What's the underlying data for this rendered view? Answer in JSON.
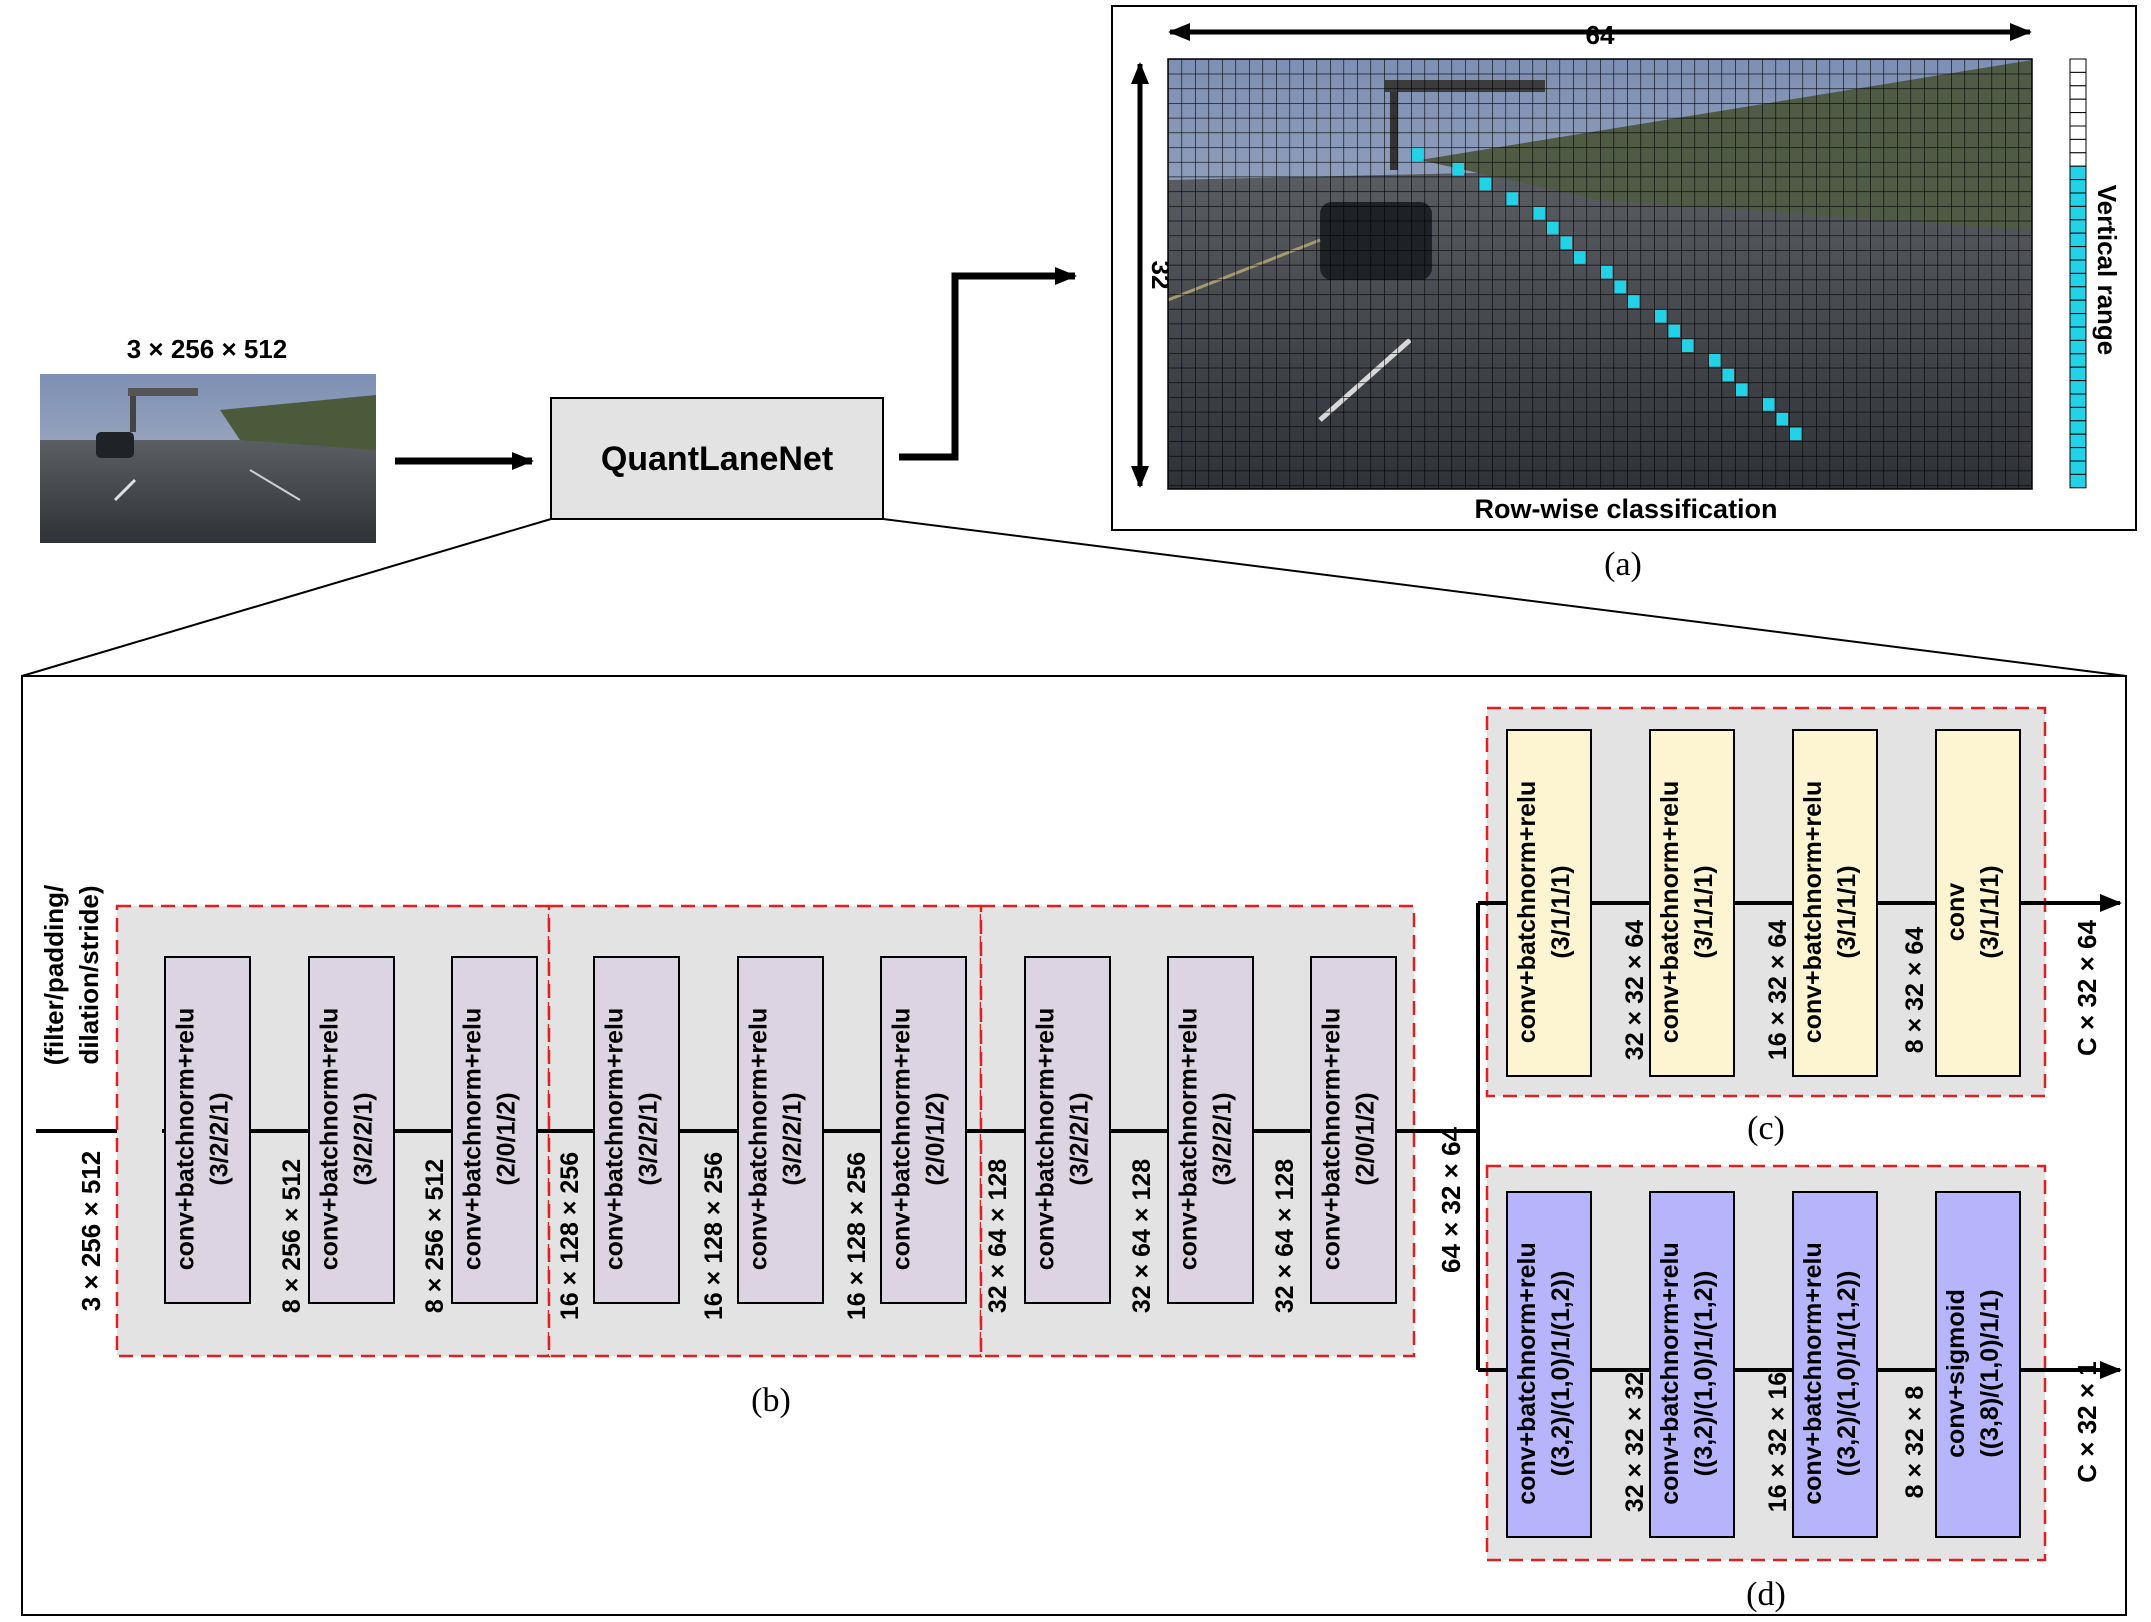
{
  "top": {
    "input_dims": "3 × 256 × 512",
    "network_name": "QuantLaneNet"
  },
  "panel_a": {
    "width_label": "64",
    "height_label": "32",
    "side_label": "Vertical range",
    "bottom_label": "Row-wise classification",
    "caption": "(a)"
  },
  "panel_b": {
    "param_header_1": "(filter/padding/",
    "param_header_2": "dilation/stride)",
    "input_dims": "3 × 256 × 512",
    "output_dims": "64 × 32 × 64",
    "caption": "(b)",
    "blocks": [
      {
        "name": "conv+batchnorm+relu",
        "params": "(3/2/2/1)"
      },
      {
        "name": "conv+batchnorm+relu",
        "params": "(3/2/2/1)"
      },
      {
        "name": "conv+batchnorm+relu",
        "params": "(2/0/1/2)"
      },
      {
        "name": "conv+batchnorm+relu",
        "params": "(3/2/2/1)"
      },
      {
        "name": "conv+batchnorm+relu",
        "params": "(3/2/2/1)"
      },
      {
        "name": "conv+batchnorm+relu",
        "params": "(2/0/1/2)"
      },
      {
        "name": "conv+batchnorm+relu",
        "params": "(3/2/2/1)"
      },
      {
        "name": "conv+batchnorm+relu",
        "params": "(3/2/2/1)"
      },
      {
        "name": "conv+batchnorm+relu",
        "params": "(2/0/1/2)"
      }
    ],
    "between_dims": [
      "8 × 256 × 512",
      "8 × 256 × 512",
      "16 × 128 × 256",
      "16 × 128 × 256",
      "16 × 128 × 256",
      "32 × 64 × 128",
      "32 × 64 × 128",
      "32 × 64 × 128"
    ]
  },
  "panel_c": {
    "caption": "(c)",
    "output_dims": "C × 32 × 64",
    "blocks": [
      {
        "name": "conv+batchnorm+relu",
        "params": "(3/1/1/1)"
      },
      {
        "name": "conv+batchnorm+relu",
        "params": "(3/1/1/1)"
      },
      {
        "name": "conv+batchnorm+relu",
        "params": "(3/1/1/1)"
      },
      {
        "name": "conv",
        "params": "(3/1/1/1)"
      }
    ],
    "between_dims": [
      "32 × 32 × 64",
      "16 × 32 × 64",
      "8 × 32 × 64"
    ]
  },
  "panel_d": {
    "caption": "(d)",
    "output_dims": "C × 32 × 1",
    "blocks": [
      {
        "name": "conv+batchnorm+relu",
        "params": "((3,2)/(1,0)/1/(1,2))"
      },
      {
        "name": "conv+batchnorm+relu",
        "params": "((3,2)/(1,0)/1/(1,2))"
      },
      {
        "name": "conv+batchnorm+relu",
        "params": "((3,2)/(1,0)/1/(1,2))"
      },
      {
        "name": "conv+sigmoid",
        "params": "((3,8)/(1,0)/1/1)"
      }
    ],
    "between_dims": [
      "32 × 32 × 32",
      "16 × 32 × 16",
      "8 × 32 × 8"
    ]
  },
  "colors": {
    "backbone_block": "#dcd3e3",
    "cls_block": "#fdf4d2",
    "vertical_block": "#b6b4fb",
    "panel_bg": "#e3e3e3",
    "dashed_border": "#e02020",
    "lane_marker": "#22d3e8",
    "road_dark": "#3c3f44",
    "sky": "#8e9db8"
  }
}
